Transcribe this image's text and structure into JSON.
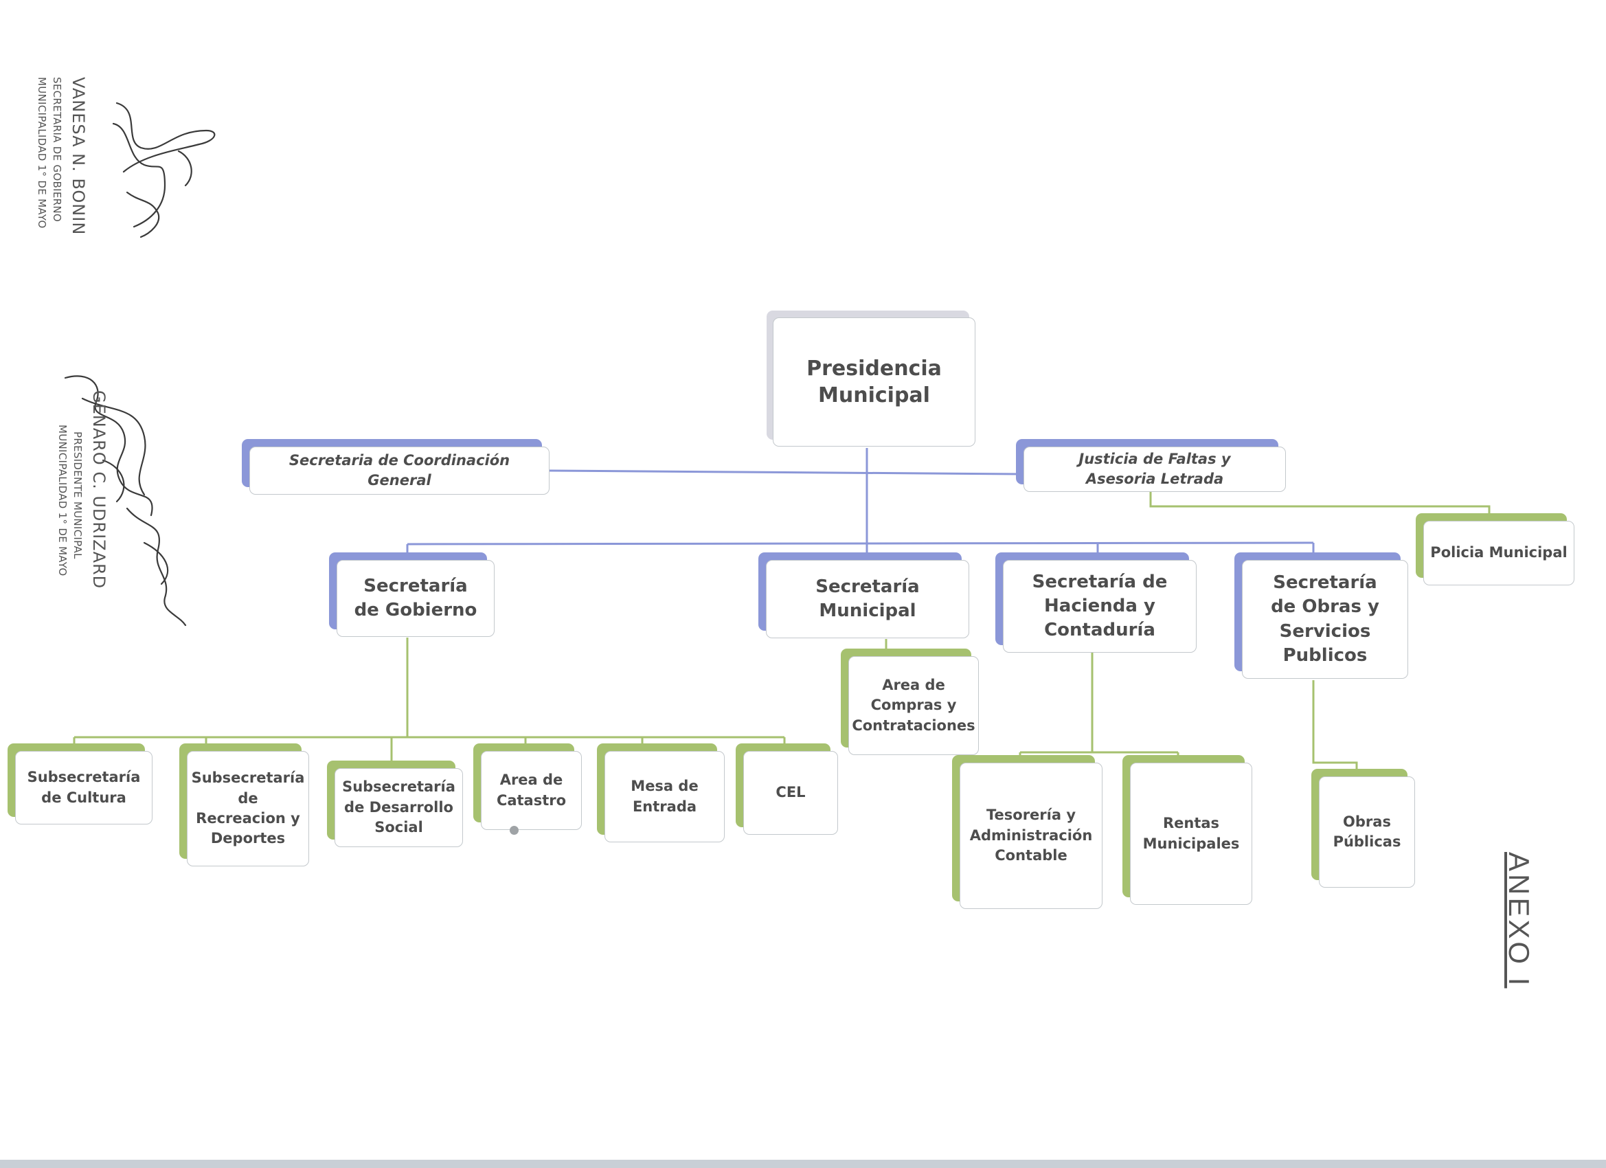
{
  "org_chart": {
    "presidencia": "Presidencia Municipal",
    "staff_left": "Secretaria de Coordinación General",
    "staff_right": "Justicia de Faltas y Asesoria Letrada",
    "policia": "Policia Municipal",
    "secretarias": {
      "gobierno": "Secretaría de Gobierno",
      "municipal": "Secretaría Municipal",
      "hacienda": "Secretaría de Hacienda y Contaduría",
      "obras": "Secretaría de Obras y Servicios Publicos"
    },
    "gobierno_children": {
      "cultura": "Subsecretaría de Cultura",
      "recreacion": "Subsecretaría de Recreacion y Deportes",
      "desarrollo": "Subsecretaría de Desarrollo Social",
      "catastro": "Area de Catastro",
      "mesa": "Mesa de Entrada",
      "cel": "CEL"
    },
    "municipal_children": {
      "compras": "Area de Compras y Contrataciones"
    },
    "hacienda_children": {
      "tesoreria": "Tesorería y Administración Contable",
      "rentas": "Rentas Municipales"
    },
    "obras_children": {
      "obras_publicas": "Obras Públicas"
    }
  },
  "signatures": {
    "top": {
      "name": "VANESA N. BONIN",
      "role_1": "SECRETARIA DE GOBIERNO",
      "role_2": "MUNICIPALIDAD 1° DE MAYO"
    },
    "bottom": {
      "name": "GENARO C. UDRIZARD",
      "role_1": "PRESIDENTE MUNICIPAL",
      "role_2": "MUNICIPALIDAD 1° DE MAYO"
    }
  },
  "annex_label": "ANEXO I",
  "colors": {
    "blue_accent": "#8b97d8",
    "green_accent": "#a6c16f",
    "blue_line": "#8b97d8",
    "green_line": "#a6c16f",
    "text": "#4d4d4d"
  }
}
